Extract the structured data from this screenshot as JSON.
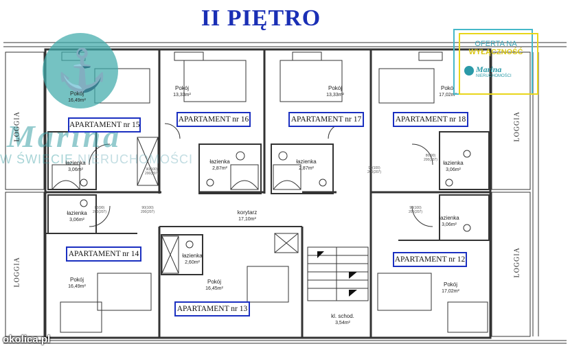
{
  "title": "II PIĘTRO",
  "apartments": [
    {
      "label": "APARTAMENT nr 15"
    },
    {
      "label": "APARTAMENT nr 16"
    },
    {
      "label": "APARTAMENT nr 17"
    },
    {
      "label": "APARTAMENT nr 18"
    },
    {
      "label": "APARTAMENT nr 14"
    },
    {
      "label": "APARTAMENT nr 13"
    },
    {
      "label": "APARTAMENT nr 12"
    }
  ],
  "rooms": [
    {
      "name": "Pokój",
      "area": "16,49m²"
    },
    {
      "name": "Pokój",
      "area": "13,33m²"
    },
    {
      "name": "Pokój",
      "area": "13,33m²"
    },
    {
      "name": "Pokój",
      "area": "17,02m²"
    },
    {
      "name": "łazienka",
      "area": "3,06m²"
    },
    {
      "name": "łazienka",
      "area": "2,87m²"
    },
    {
      "name": "łazienka",
      "area": "2,87m²"
    },
    {
      "name": "łazienka",
      "area": "3,06m²"
    },
    {
      "name": "korytarz",
      "area": "17,10m²"
    },
    {
      "name": "łazienka",
      "area": "3,06m²"
    },
    {
      "name": "łazienka",
      "area": "3,06m²"
    },
    {
      "name": "łazienka",
      "area": "2,60m²"
    },
    {
      "name": "Pokój",
      "area": "16,49m²"
    },
    {
      "name": "Pokój",
      "area": "16,45m²"
    },
    {
      "name": "Pokój",
      "area": "17,02m²"
    },
    {
      "name": "kl. schod.",
      "area": "3,54m²"
    }
  ],
  "doors": {
    "d1": "90(100)",
    "d2": "200(207)",
    "d3": "80(90)",
    "d4": "200(207)"
  },
  "loggia": "LOGGIA",
  "watermark": {
    "brand": "Marina",
    "tag_a": "W ŚWIECIE ",
    "tag_b": "NIERUCHOMOŚCI"
  },
  "offer": {
    "line1": "OFERTA NA",
    "line2": "WYŁĄCZNOŚĆ",
    "brand": "Marina",
    "sub": "NIERUCHOMOŚCI"
  },
  "footer": "okolica.pl"
}
